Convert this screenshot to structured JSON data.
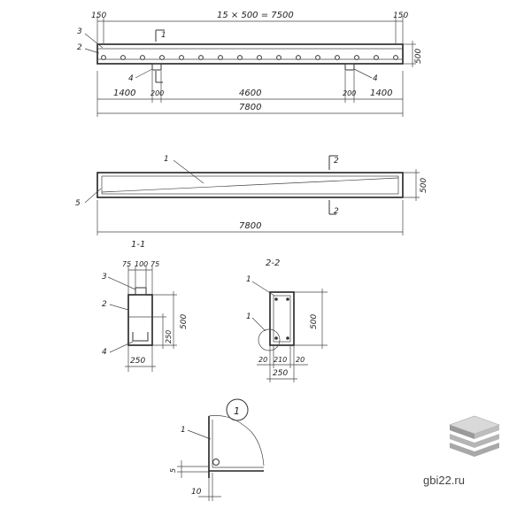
{
  "watermark": {
    "site": "gbi22.ru",
    "logo_icon": "stacked-slabs-icon"
  },
  "plan_view": {
    "top_dim": "15 × 500 = 7500",
    "left_end": "150",
    "right_end": "150",
    "height_dim": "500",
    "section_mark": "1",
    "callouts": [
      "3",
      "2",
      "4",
      "4"
    ],
    "bottom_dims": [
      "1400",
      "200",
      "4600",
      "200",
      "1400"
    ],
    "total_length": "7800"
  },
  "side_view": {
    "callouts": [
      "1",
      "5"
    ],
    "section_mark": "2",
    "height_dim": "500",
    "total_length": "7800"
  },
  "section_1": {
    "title": "1-1",
    "top_dims": [
      "75",
      "100",
      "75"
    ],
    "callouts": [
      "3",
      "2",
      "4"
    ],
    "height_dim": "500",
    "inner_dim": "250",
    "width_dim": "250"
  },
  "section_2": {
    "title": "2-2",
    "callouts": [
      "1",
      "1"
    ],
    "height_dim": "500",
    "bottom_dims": [
      "20",
      "210",
      "20"
    ],
    "width_dim": "250"
  },
  "detail": {
    "label": "1",
    "callout": "1",
    "small_dim": "5",
    "bottom_dim": "10"
  }
}
